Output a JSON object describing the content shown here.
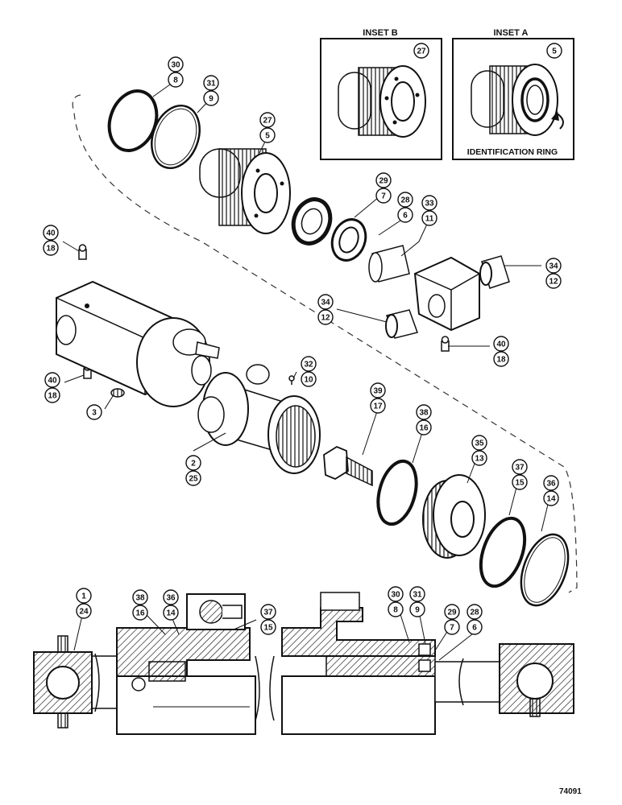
{
  "inset_b": {
    "title": "INSET B",
    "callout": "27"
  },
  "inset_a": {
    "title": "INSET A",
    "callout": "5",
    "label": "IDENTIFICATION RING"
  },
  "figure_number": "74091",
  "callouts": [
    {
      "id": "c-30-8",
      "top": "30",
      "bottom": "8"
    },
    {
      "id": "c-31-9",
      "top": "31",
      "bottom": "9"
    },
    {
      "id": "c-27-5",
      "top": "27",
      "bottom": "5"
    },
    {
      "id": "c-29-7",
      "top": "29",
      "bottom": "7"
    },
    {
      "id": "c-28-6",
      "top": "28",
      "bottom": "6"
    },
    {
      "id": "c-33-11",
      "top": "33",
      "bottom": "11"
    },
    {
      "id": "c-34-12-right",
      "top": "34",
      "bottom": "12"
    },
    {
      "id": "c-34-12-left",
      "top": "34",
      "bottom": "12"
    },
    {
      "id": "c-40-18-top",
      "top": "40",
      "bottom": "18"
    },
    {
      "id": "c-40-18-right",
      "top": "40",
      "bottom": "18"
    },
    {
      "id": "c-40-18-left",
      "top": "40",
      "bottom": "18"
    },
    {
      "id": "c-32-10",
      "top": "32",
      "bottom": "10"
    },
    {
      "id": "c-3",
      "top": "3",
      "bottom": ""
    },
    {
      "id": "c-2-25",
      "top": "2",
      "bottom": "25"
    },
    {
      "id": "c-39-17",
      "top": "39",
      "bottom": "17"
    },
    {
      "id": "c-38-16",
      "top": "38",
      "bottom": "16"
    },
    {
      "id": "c-35-13",
      "top": "35",
      "bottom": "13"
    },
    {
      "id": "c-37-15",
      "top": "37",
      "bottom": "15"
    },
    {
      "id": "c-36-14",
      "top": "36",
      "bottom": "14"
    },
    {
      "id": "c-1-24",
      "top": "1",
      "bottom": "24"
    },
    {
      "id": "c-38-16-sec",
      "top": "38",
      "bottom": "16"
    },
    {
      "id": "c-36-14-sec",
      "top": "36",
      "bottom": "14"
    },
    {
      "id": "c-37-15-sec",
      "top": "37",
      "bottom": "15"
    },
    {
      "id": "c-30-8-sec",
      "top": "30",
      "bottom": "8"
    },
    {
      "id": "c-31-9-sec",
      "top": "31",
      "bottom": "9"
    },
    {
      "id": "c-29-7-sec",
      "top": "29",
      "bottom": "7"
    },
    {
      "id": "c-28-6-sec",
      "top": "28",
      "bottom": "6"
    }
  ]
}
